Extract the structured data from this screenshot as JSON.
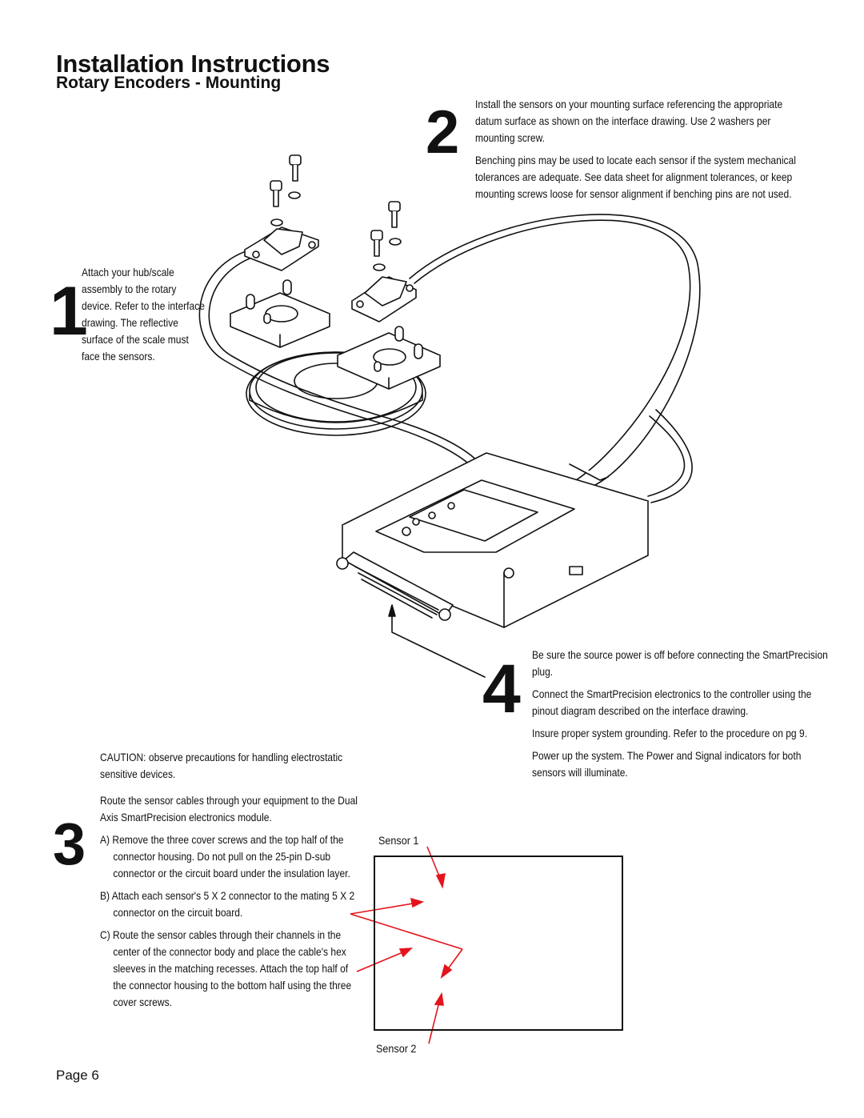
{
  "header": {
    "title": "Installation Instructions",
    "subtitle": "Rotary Encoders - Mounting"
  },
  "steps": {
    "s1": {
      "number": "1",
      "text": "Attach your hub/scale assembly to the rotary device. Refer to the interface drawing. The reflective surface of the scale must face the sensors."
    },
    "s2": {
      "number": "2",
      "p1": "Install the sensors on your mounting surface referencing the appropriate datum surface as shown on the interface drawing. Use 2 washers  per mounting screw.",
      "p2": "Benching pins may be used to locate each sensor if the system mechanical tolerances are adequate. See data sheet for alignment tolerances, or keep mounting screws loose for sensor alignment if benching pins are not used."
    },
    "s3": {
      "number": "3",
      "caution": "CAUTION: observe precautions for handling electrostatic sensitive devices.",
      "route": "Route the sensor cables through your equipment to the Dual Axis SmartPrecision electronics module.",
      "a": "A) Remove the three cover screws and the top half of the connector housing. Do not pull on the 25-pin D-sub connector or the circuit board under the insulation layer.",
      "b": "B) Attach each sensor's 5 X 2 connector to the mating 5 X 2 connector on the circuit board.",
      "c": "C) Route the sensor cables through their channels in the center of the connector body and place the cable's hex sleeves in the matching recesses. Attach the top half of the connector housing to the bottom half using the three cover screws."
    },
    "s4": {
      "number": "4",
      "p1": "Be sure the source power is off before connecting the SmartPrecision plug.",
      "p2": "Connect the SmartPrecision electronics to the controller using the pinout diagram described on the interface drawing.",
      "p3": "Insure proper system grounding. Refer to the procedure on pg 9.",
      "p4": "Power up the system. The Power and Signal indicators for both sensors  will illuminate."
    }
  },
  "figure": {
    "sensor1": "Sensor 1",
    "sensor2": "Sensor 2",
    "arrow_color": "#e3141c",
    "line_color": "#111111"
  },
  "footer": {
    "page": "Page 6"
  }
}
